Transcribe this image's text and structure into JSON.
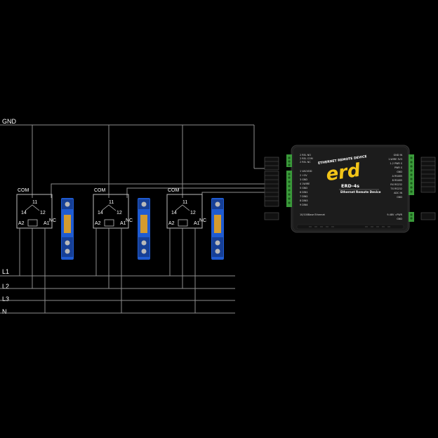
{
  "rails": {
    "gnd": "GND",
    "lines": [
      "L1",
      "L2",
      "L3",
      "N"
    ]
  },
  "relay_module": {
    "com": "COM",
    "pin_11": "11",
    "pin_14": "14",
    "pin_12": "12",
    "pin_a1": "A1",
    "pin_a2": "A2",
    "nc": "NC"
  },
  "device": {
    "brand": "erd",
    "brand_subtitle": "ETHERNET REMOTE DEVICE",
    "model": "ERD-4s",
    "model_subtitle": "Ethernet Remote Device",
    "ethernet": "10/100Base Ethernet",
    "power": "9-48V =PWR",
    "gnd": "GND",
    "left_pins_top": [
      "2 REL NO",
      "2 REL COM",
      "2 REL NC"
    ],
    "left_pins_main": [
      "1 VACVDD",
      "2 +5V",
      "3 GND",
      "4 1WIRE",
      "5 GND",
      "6 DIN1",
      "7 DIN2",
      "8 DIN3",
      "9 DIN4"
    ],
    "right_pins_top": [
      "GND IN",
      "1-WIRE 3V3",
      "1-2 PWR S",
      "PWR S"
    ],
    "right_pins_main": [
      "GND",
      "A RS485",
      "B RS485",
      "RX RS232",
      "TX RS232",
      "ADC IN",
      "GND"
    ]
  },
  "colors": {
    "background": "#000000",
    "wire": "#8e8e8e",
    "relay_blue": "#1f5bd1",
    "relay_amber": "#e8a21c",
    "device_body": "#1c1c1c",
    "brand_yellow": "#f2c418",
    "terminal_green": "#3a9a3a"
  }
}
